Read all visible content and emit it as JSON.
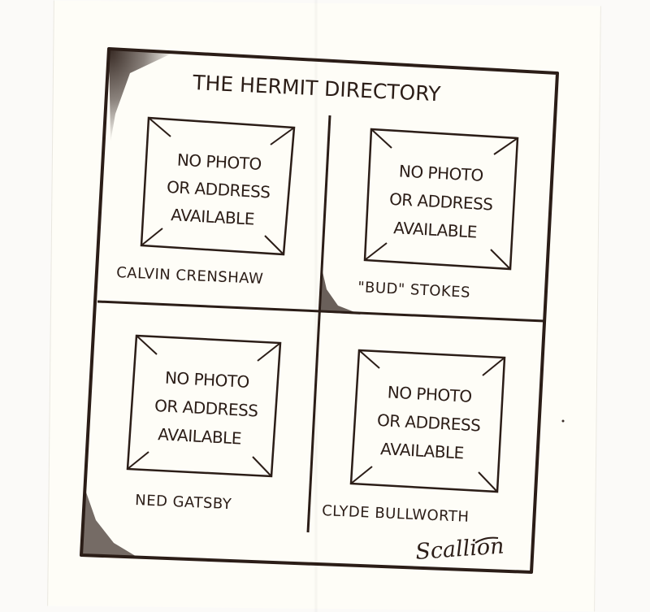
{
  "cartoon": {
    "title": "THE HERMIT DIRECTORY",
    "signature": "Scallion",
    "placeholder_lines": [
      "NO PHOTO",
      "OR ADDRESS",
      "AVAILABLE"
    ],
    "panels": [
      {
        "name": "CALVIN CRENSHAW"
      },
      {
        "name": "\"BUD\" STOKES"
      },
      {
        "name": "NED GATSBY"
      },
      {
        "name": "CLYDE BULLWORTH"
      }
    ]
  },
  "colors": {
    "ink": "#2b1d17",
    "paper": "#fefdf7",
    "background": "#fbfaf8"
  }
}
